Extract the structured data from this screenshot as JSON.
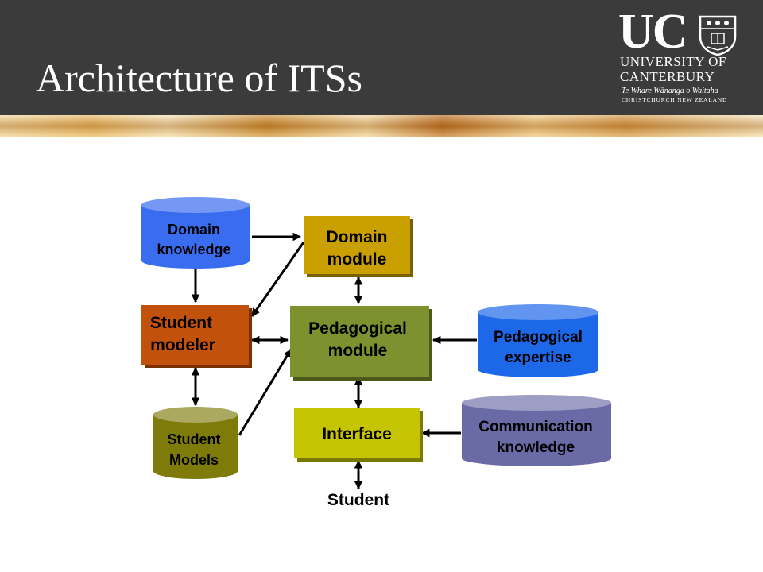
{
  "slide": {
    "title": "Architecture of ITSs"
  },
  "logo": {
    "mark": "UC",
    "line1": "UNIVERSITY OF",
    "line2": "CANTERBURY",
    "maori": "Te Whare Wānanga o Waitaha",
    "location": "CHRISTCHURCH NEW ZEALAND"
  },
  "diagram": {
    "domain_knowledge": {
      "line1": "Domain",
      "line2": "knowledge",
      "color": "#3a6cf0"
    },
    "domain_module": {
      "line1": "Domain",
      "line2": "module",
      "color": "#c9a000"
    },
    "student_modeler": {
      "line1": "Student",
      "line2": "modeler",
      "color": "#c2510c"
    },
    "pedagogical_module": {
      "line1": "Pedagogical",
      "line2": "module",
      "color": "#7d922e"
    },
    "pedagogical_expertise": {
      "line1": "Pedagogical",
      "line2": "expertise",
      "color": "#1d68e8"
    },
    "student_models": {
      "line1": "Student",
      "line2": "Models",
      "color": "#7e7b0a"
    },
    "interface": {
      "label": "Interface",
      "color": "#c5c400"
    },
    "communication_knowledge": {
      "line1": "Communication",
      "line2": "knowledge",
      "color": "#6a6aa6"
    },
    "student": {
      "label": "Student"
    }
  }
}
